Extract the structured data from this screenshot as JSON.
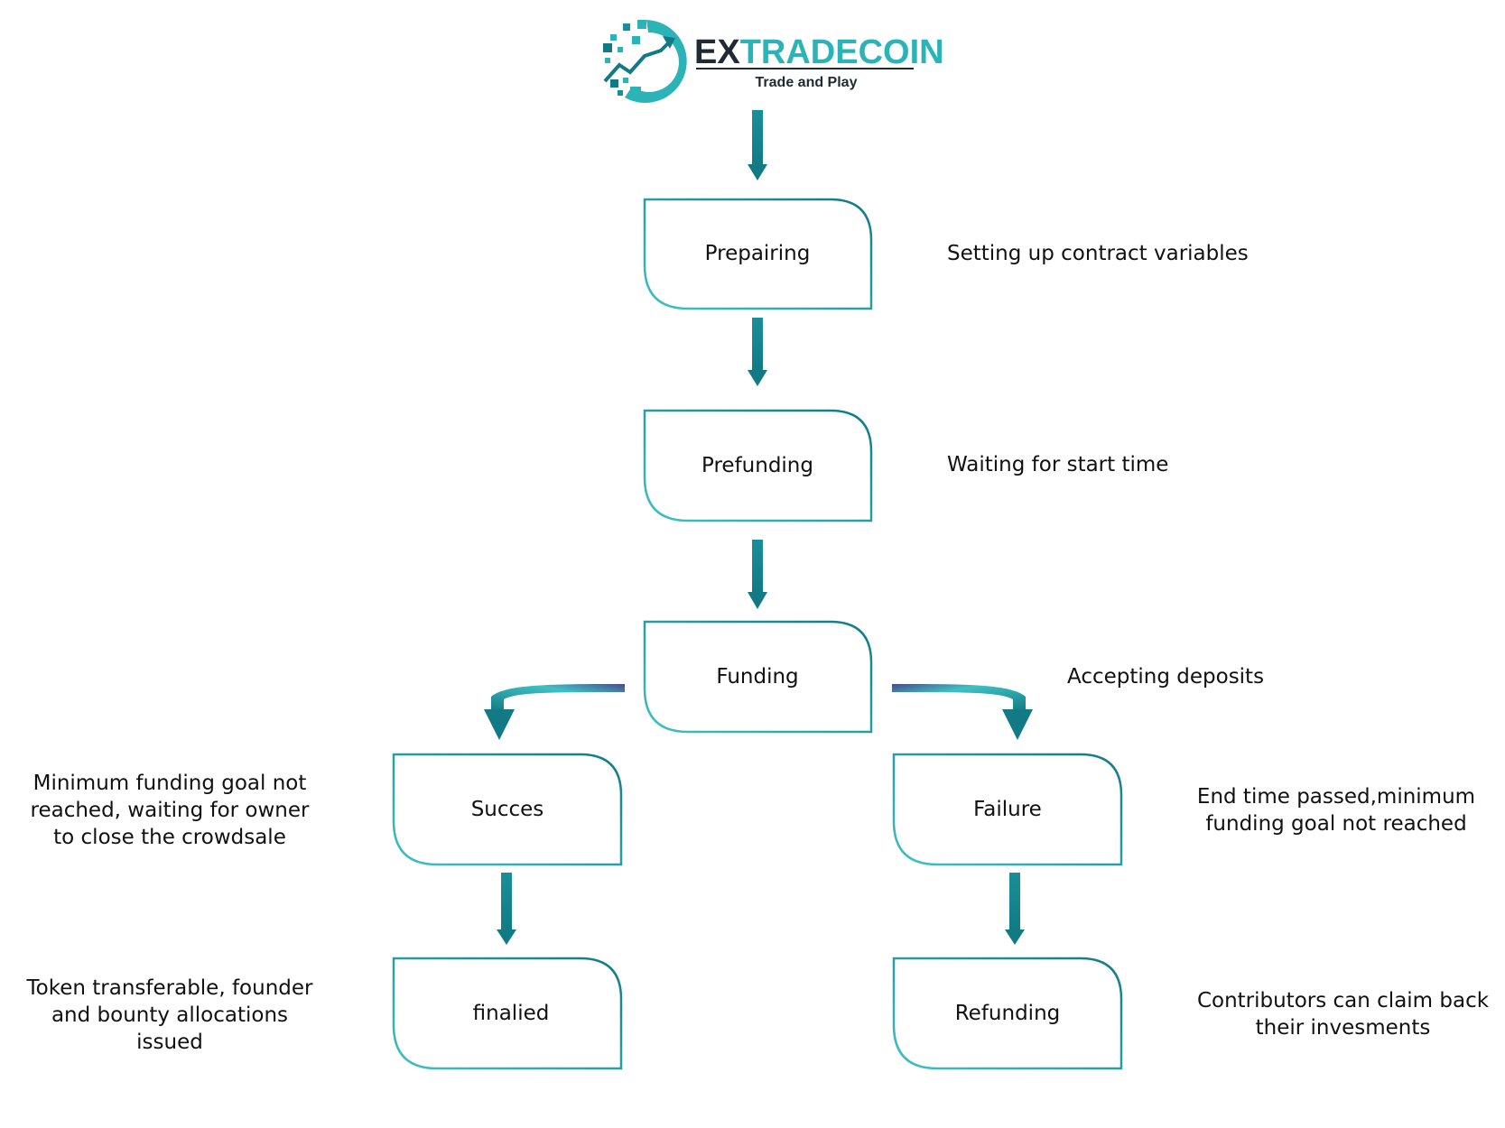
{
  "logo": {
    "name_part1": "EX",
    "name_part2": "TRADECOIN",
    "tagline": "Trade and Play"
  },
  "states": {
    "prepairing": "Prepairing",
    "prefunding": "Prefunding",
    "funding": "Funding",
    "success": "Succes",
    "failure": "Failure",
    "finalized": "finalied",
    "refunding": "Refunding"
  },
  "notes": {
    "prepairing": "Setting up contract variables",
    "prefunding": "Waiting for start time",
    "funding": "Accepting deposits",
    "success": [
      "Minimum funding goal not",
      "reached, waiting for owner",
      "to close the crowdsale"
    ],
    "failure": [
      "End time passed,minimum",
      "funding goal not reached"
    ],
    "finalized": [
      "Token transferable, founder",
      "and bounty allocations",
      "issued"
    ],
    "refunding": [
      "Contributors can claim back",
      "their invesments"
    ]
  },
  "colors": {
    "teal_dark": "#117a85",
    "teal_light": "#3fc1c4",
    "logo_dark": "#1f2a33",
    "logo_teal": "#2bb3b8"
  }
}
